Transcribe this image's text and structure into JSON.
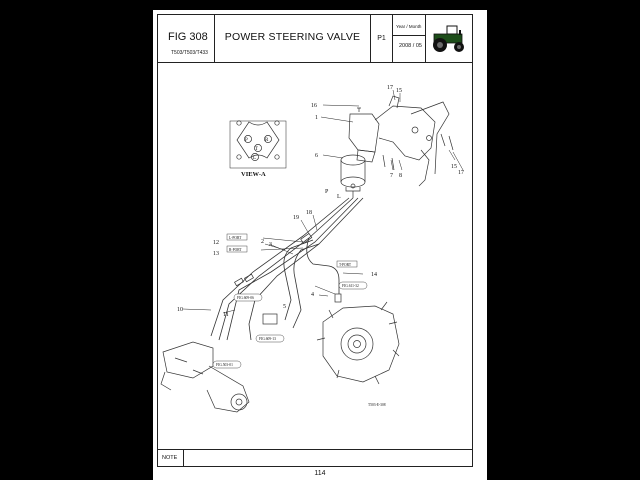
{
  "header": {
    "fig_number": "FIG 308",
    "models": "T503/T503/T433",
    "title": "POWER STEERING VALVE",
    "page_code": "P1",
    "year_month_label": "Year / Month",
    "year_month_value": "2008 / 05"
  },
  "view_label": "VIEW-A",
  "port_letters": {
    "p": "P",
    "r": "R",
    "l": "L",
    "t": "T"
  },
  "callouts": {
    "c1": "1",
    "c2": "2",
    "c3": "3",
    "c4": "4",
    "c5": "5",
    "c6": "6",
    "c7": "7",
    "c8": "8",
    "c10": "10",
    "c11": "11",
    "c12": "12",
    "c13": "13",
    "c14": "14",
    "c15a": "15",
    "c15b": "15",
    "c16": "16",
    "c17a": "17",
    "c17b": "17",
    "c18": "18",
    "c19": "19",
    "p_mark": "P",
    "l_mark": "L"
  },
  "ports": {
    "l_port": "L-PORT",
    "r_port": "R-PORT",
    "t_port": "T-PORT"
  },
  "refs": {
    "fig_609_06": "FIG.609-06",
    "fig_609_13": "FIG.609-13",
    "fig_611_32": "FIG.611-32",
    "fig_503_01": "FIG.503-01"
  },
  "drawing_code": "T503-E-308",
  "note_label": "NOTE",
  "page_number": "114"
}
